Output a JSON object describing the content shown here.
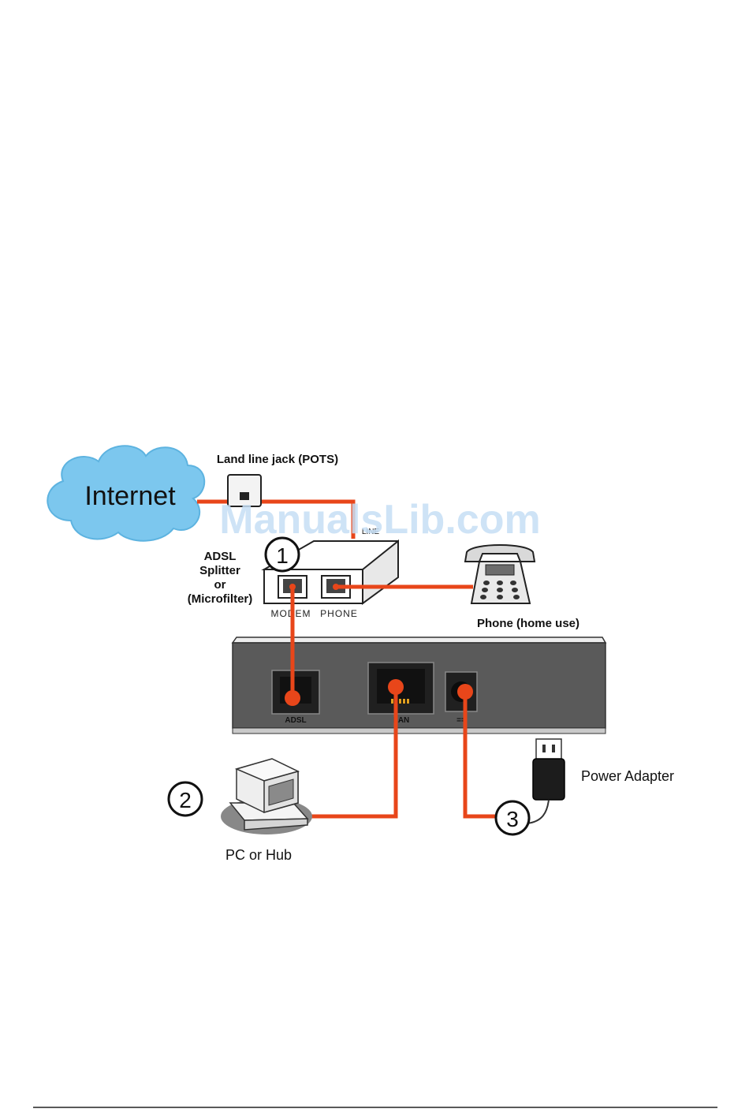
{
  "diagram": {
    "internet_label": "Internet",
    "jack_label": "Land line jack (POTS)",
    "line_label": "LINE",
    "splitter_label_lines": [
      "ADSL",
      "Splitter",
      "or",
      "(Microfilter)"
    ],
    "splitter_ports": {
      "modem": "MODEM",
      "phone": "PHONE"
    },
    "phone_label": "Phone (home use)",
    "router_ports": {
      "adsl": "ADSL",
      "lan": "LAN",
      "power": "=="
    },
    "pc_label": "PC or Hub",
    "power_label": "Power Adapter",
    "steps": [
      "1",
      "2",
      "3"
    ],
    "watermark": "ManualsLib.com"
  },
  "colors": {
    "cable": "#e8461a",
    "cloud": "#7cc7ee",
    "router_body": "#5a5a5a",
    "watermark": "#c6def5"
  }
}
